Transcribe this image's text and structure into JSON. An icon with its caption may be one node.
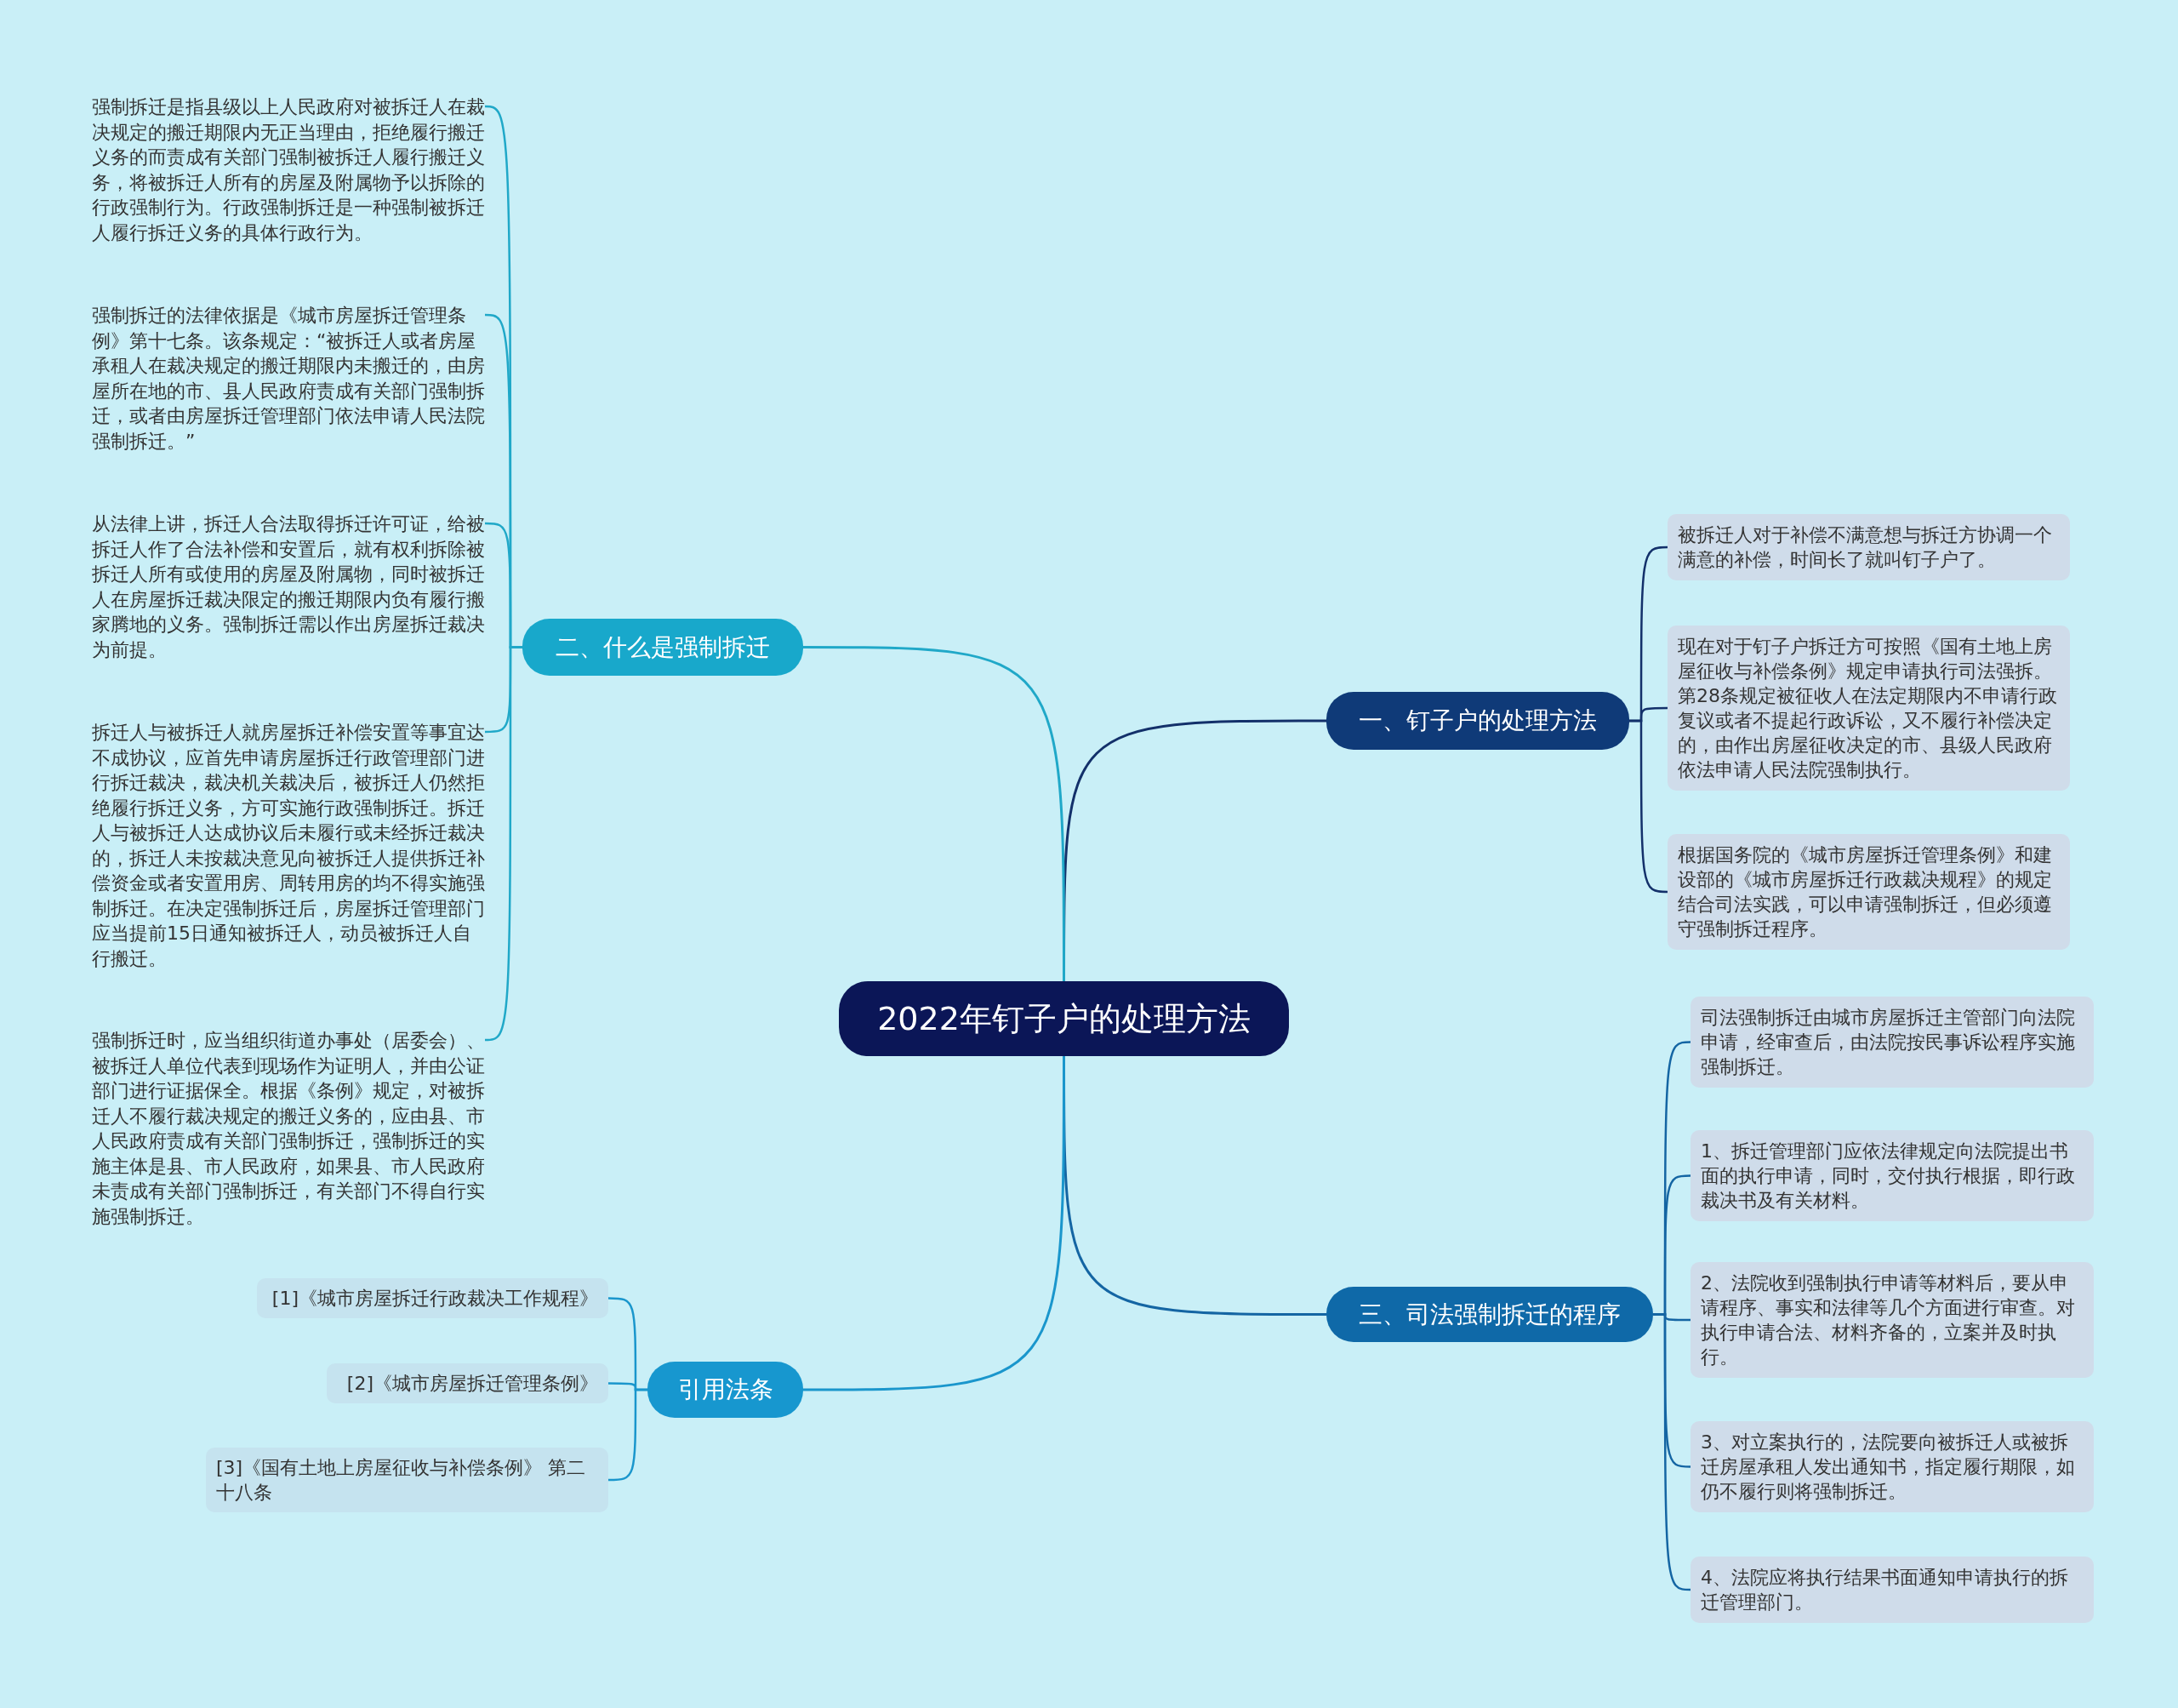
{
  "diagram": {
    "nodes": [
      {
        "text": [
          "2022年钉子户的处理方法"
        ]
      },
      {
        "text": [
          "一、钉子户的处理方法"
        ]
      },
      {
        "text": [
          "被拆迁人对于补偿不满意想与拆迁方协调一个满意的补偿，时间长了就叫钉子户了。"
        ]
      },
      {
        "text": [
          "现在对于钉子户拆迁方可按照《国有土地上房屋征收与补偿条例》规定申请执行司法强拆。第28条规定被征收人在法定期限内不申请行政复议或者不提起行政诉讼，又不履行补偿决定的，由作出房屋征收决定的市、县级人民政府依法申请人民法院强制执行。"
        ]
      },
      {
        "text": [
          "根据国务院的《城市房屋拆迁管理条例》和建设部的《城市房屋拆迁行政裁决规程》的规定结合司法实践，可以申请强制拆迁，但必须遵守强制拆迁程序。"
        ]
      },
      {
        "text": [
          "二、什么是强制拆迁"
        ]
      },
      {
        "text": [
          "强制拆迁是指县级以上人民政府对被拆迁人在裁决规定的搬迁期限内无正当理由，拒绝履行搬迁义务的而责成有关部门强制被拆迁人履行搬迁义务，将被拆迁人所有的房屋及附属物予以拆除的行政强制行为。行政强制拆迁是一种强制被拆迁人履行拆迁义务的具体行政行为。"
        ]
      },
      {
        "text": [
          "强制拆迁的法律依据是《城市房屋拆迁管理条例》第十七条。该条规定：“被拆迁人或者房屋承租人在裁决规定的搬迁期限内未搬迁的，由房屋所在地的市、县人民政府责成有关部门强制拆迁，或者由房屋拆迁管理部门依法申请人民法院强制拆迁。”"
        ]
      },
      {
        "text": [
          "从法律上讲，拆迁人合法取得拆迁许可证，给被拆迁人作了合法补偿和安置后，就有权利拆除被拆迁人所有或使用的房屋及附属物，同时被拆迁人在房屋拆迁裁决限定的搬迁期限内负有履行搬家腾地的义务。强制拆迁需以作出房屋拆迁裁决为前提。"
        ]
      },
      {
        "text": [
          "拆迁人与被拆迁人就房屋拆迁补偿安置等事宜达不成协议，应首先申请房屋拆迁行政管理部门进行拆迁裁决，裁决机关裁决后，被拆迁人仍然拒绝履行拆迁义务，方可实施行政强制拆迁。拆迁人与被拆迁人达成协议后未履行或未经拆迁裁决的，拆迁人未按裁决意见向被拆迁人提供拆迁补偿资金或者安置用房、周转用房的均不得实施强制拆迁。在决定强制拆迁后，房屋拆迁管理部门应当提前15日通知被拆迁人，动员被拆迁人自行搬迁。"
        ]
      },
      {
        "text": [
          "强制拆迁时，应当组织街道办事处（居委会）、被拆迁人单位代表到现场作为证明人，并由公证部门进行证据保全。根据《条例》规定，对被拆迁人不履行裁决规定的搬迁义务的，应由县、市人民政府责成有关部门强制拆迁，强制拆迁的实施主体是县、市人民政府，如果县、市人民政府未责成有关部门强制拆迁，有关部门不得自行实施强制拆迁。"
        ]
      },
      {
        "text": [
          "三、司法强制拆迁的程序"
        ]
      },
      {
        "text": [
          "司法强制拆迁由城市房屋拆迁主管部门向法院申请，经审查后，由法院按民事诉讼程序实施强制拆迁。"
        ]
      },
      {
        "text": [
          "1、拆迁管理部门应依法律规定向法院提出书面的执行申请，同时，交付执行根据，即行政裁决书及有关材料。"
        ]
      },
      {
        "text": [
          "2、法院收到强制执行申请等材料后，要从申请程序、事实和法律等几个方面进行审查。对执行申请合法、材料齐备的，立案并及时执行。"
        ]
      },
      {
        "text": [
          "3、对立案执行的，法院要向被拆迁人或被拆迁房屋承租人发出通知书，指定履行期限，如仍不履行则将强制拆迁。"
        ]
      },
      {
        "text": [
          "4、法院应将执行结果书面通知申请执行的拆迁管理部门。"
        ]
      },
      {
        "text": [
          "引用法条"
        ]
      },
      {
        "text": [
          "[1]《城市房屋拆迁行政裁决工作规程》"
        ]
      },
      {
        "text": [
          "[2]《城市房屋拆迁管理条例》"
        ]
      },
      {
        "text": [
          "[3]《国有土地上房屋征收与补偿条例》 第二十八条"
        ]
      }
    ],
    "edges": [
      {
        "from": 0,
        "to": 1,
        "arrow": "none",
        "color": "#13306a"
      },
      {
        "from": 1,
        "to": 2,
        "arrow": "none",
        "color": "#13306a"
      },
      {
        "from": 1,
        "to": 3,
        "arrow": "none",
        "color": "#13306a"
      },
      {
        "from": 1,
        "to": 4,
        "arrow": "none",
        "color": "#13306a"
      },
      {
        "from": 0,
        "to": 5,
        "arrow": "none",
        "color": "#20a8c8"
      },
      {
        "from": 5,
        "to": 6,
        "arrow": "none",
        "color": "#20a8c8"
      },
      {
        "from": 5,
        "to": 7,
        "arrow": "none",
        "color": "#20a8c8"
      },
      {
        "from": 5,
        "to": 8,
        "arrow": "none",
        "color": "#20a8c8"
      },
      {
        "from": 5,
        "to": 9,
        "arrow": "none",
        "color": "#20a8c8"
      },
      {
        "from": 5,
        "to": 10,
        "arrow": "none",
        "color": "#20a8c8"
      },
      {
        "from": 0,
        "to": 11,
        "arrow": "none",
        "color": "#1465a3"
      },
      {
        "from": 11,
        "to": 12,
        "arrow": "none",
        "color": "#1465a3"
      },
      {
        "from": 11,
        "to": 13,
        "arrow": "none",
        "color": "#1465a3"
      },
      {
        "from": 11,
        "to": 14,
        "arrow": "none",
        "color": "#1465a3"
      },
      {
        "from": 11,
        "to": 15,
        "arrow": "none",
        "color": "#1465a3"
      },
      {
        "from": 11,
        "to": 16,
        "arrow": "none",
        "color": "#1465a3"
      },
      {
        "from": 0,
        "to": 17,
        "arrow": "none",
        "color": "#1a96cc"
      },
      {
        "from": 17,
        "to": 18,
        "arrow": "none",
        "color": "#1a96cc"
      },
      {
        "from": 17,
        "to": 19,
        "arrow": "none",
        "color": "#1a96cc"
      },
      {
        "from": 17,
        "to": 20,
        "arrow": "none",
        "color": "#1a96cc"
      }
    ]
  }
}
